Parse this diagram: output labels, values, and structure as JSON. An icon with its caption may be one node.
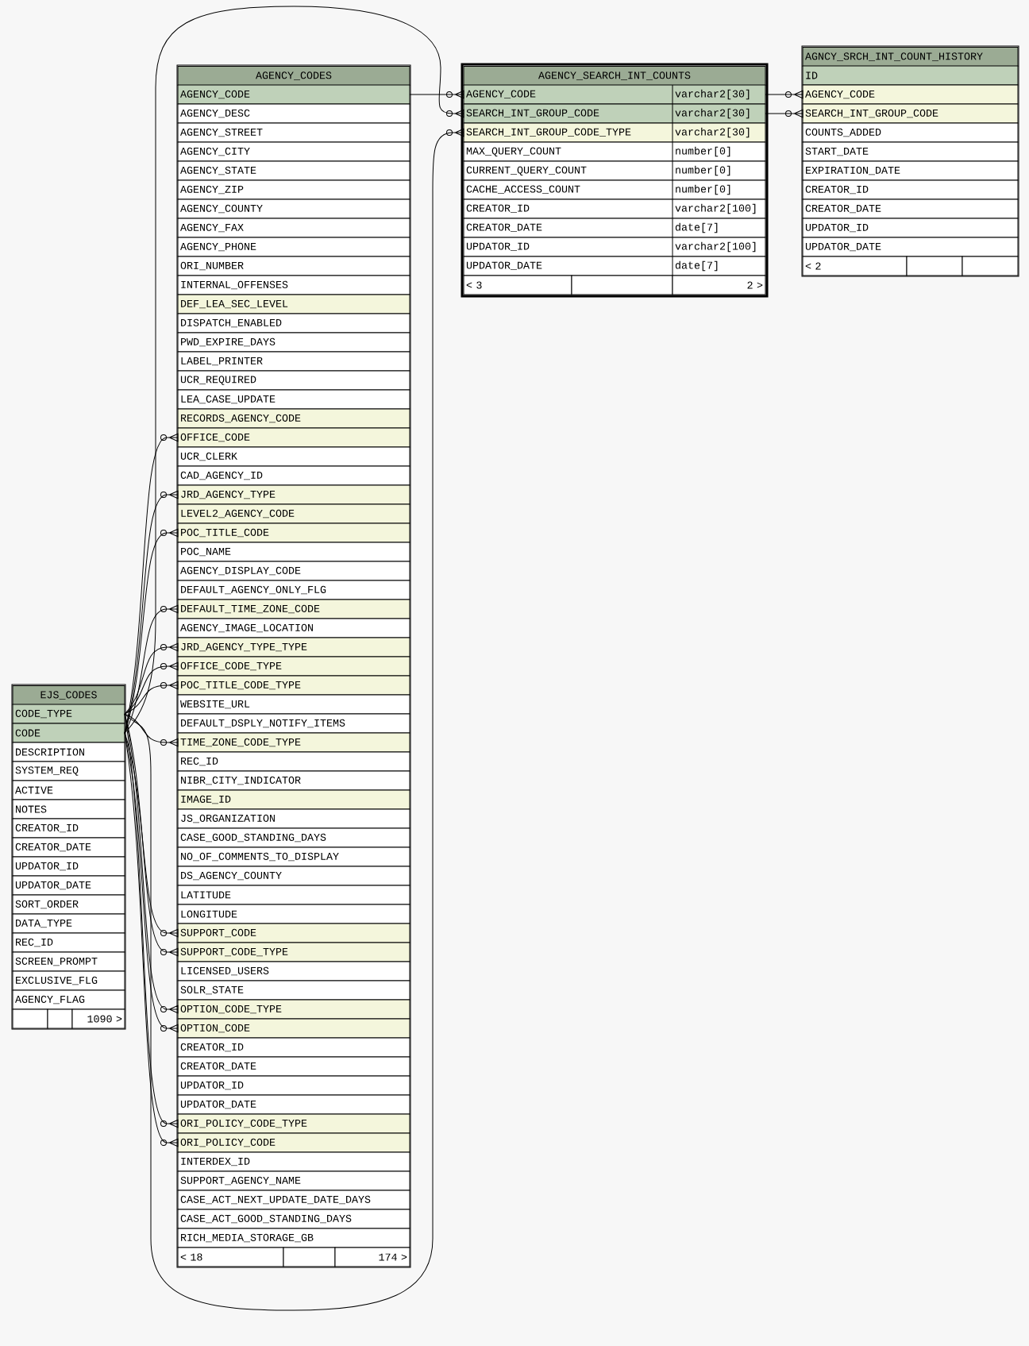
{
  "diagram": {
    "nodes": [
      {
        "text": [
          "AGENCY_CODES"
        ]
      },
      {
        "text": [
          "AGENCY_CODE"
        ],
        "in": 0
      },
      {
        "text": [
          "AGENCY_DESC"
        ],
        "in": 0
      },
      {
        "text": [
          "AGENCY_STREET"
        ],
        "in": 0
      },
      {
        "text": [
          "AGENCY_CITY"
        ],
        "in": 0
      },
      {
        "text": [
          "AGENCY_STATE"
        ],
        "in": 0
      },
      {
        "text": [
          "AGENCY_ZIP"
        ],
        "in": 0
      },
      {
        "text": [
          "AGENCY_COUNTY"
        ],
        "in": 0
      },
      {
        "text": [
          "AGENCY_FAX"
        ],
        "in": 0
      },
      {
        "text": [
          "AGENCY_PHONE"
        ],
        "in": 0
      },
      {
        "text": [
          "ORI_NUMBER"
        ],
        "in": 0
      },
      {
        "text": [
          "INTERNAL_OFFENSES"
        ],
        "in": 0
      },
      {
        "text": [
          "DEF_LEA_SEC_LEVEL"
        ],
        "in": 0
      },
      {
        "text": [
          "DISPATCH_ENABLED"
        ],
        "in": 0
      },
      {
        "text": [
          "PWD_EXPIRE_DAYS"
        ],
        "in": 0
      },
      {
        "text": [
          "LABEL_PRINTER"
        ],
        "in": 0
      },
      {
        "text": [
          "UCR_REQUIRED"
        ],
        "in": 0
      },
      {
        "text": [
          "LEA_CASE_UPDATE"
        ],
        "in": 0
      },
      {
        "text": [
          "RECORDS_AGENCY_CODE"
        ],
        "in": 0
      },
      {
        "text": [
          "OFFICE_CODE"
        ],
        "in": 0
      },
      {
        "text": [
          "UCR_CLERK"
        ],
        "in": 0
      },
      {
        "text": [
          "CAD_AGENCY_ID"
        ],
        "in": 0
      },
      {
        "text": [
          "JRD_AGENCY_TYPE"
        ],
        "in": 0
      },
      {
        "text": [
          "LEVEL2_AGENCY_CODE"
        ],
        "in": 0
      },
      {
        "text": [
          "POC_TITLE_CODE"
        ],
        "in": 0
      },
      {
        "text": [
          "POC_NAME"
        ],
        "in": 0
      },
      {
        "text": [
          "AGENCY_DISPLAY_CODE"
        ],
        "in": 0
      },
      {
        "text": [
          "DEFAULT_AGENCY_ONLY_FLG"
        ],
        "in": 0
      },
      {
        "text": [
          "DEFAULT_TIME_ZONE_CODE"
        ],
        "in": 0
      },
      {
        "text": [
          "AGENCY_IMAGE_LOCATION"
        ],
        "in": 0
      },
      {
        "text": [
          "JRD_AGENCY_TYPE_TYPE"
        ],
        "in": 0
      },
      {
        "text": [
          "OFFICE_CODE_TYPE"
        ],
        "in": 0
      },
      {
        "text": [
          "POC_TITLE_CODE_TYPE"
        ],
        "in": 0
      },
      {
        "text": [
          "WEBSITE_URL"
        ],
        "in": 0
      },
      {
        "text": [
          "DEFAULT_DSPLY_NOTIFY_ITEMS"
        ],
        "in": 0
      },
      {
        "text": [
          "TIME_ZONE_CODE_TYPE"
        ],
        "in": 0
      },
      {
        "text": [
          "REC_ID"
        ],
        "in": 0
      },
      {
        "text": [
          "NIBR_CITY_INDICATOR"
        ],
        "in": 0
      },
      {
        "text": [
          "IMAGE_ID"
        ],
        "in": 0
      },
      {
        "text": [
          "JS_ORGANIZATION"
        ],
        "in": 0
      },
      {
        "text": [
          "CASE_GOOD_STANDING_DAYS"
        ],
        "in": 0
      },
      {
        "text": [
          "NO_OF_COMMENTS_TO_DISPLAY"
        ],
        "in": 0
      },
      {
        "text": [
          "DS_AGENCY_COUNTY"
        ],
        "in": 0
      },
      {
        "text": [
          "LATITUDE"
        ],
        "in": 0
      },
      {
        "text": [
          "LONGITUDE"
        ],
        "in": 0
      },
      {
        "text": [
          "SUPPORT_CODE"
        ],
        "in": 0
      },
      {
        "text": [
          "SUPPORT_CODE_TYPE"
        ],
        "in": 0
      },
      {
        "text": [
          "LICENSED_USERS"
        ],
        "in": 0
      },
      {
        "text": [
          "SOLR_STATE"
        ],
        "in": 0
      },
      {
        "text": [
          "OPTION_CODE_TYPE"
        ],
        "in": 0
      },
      {
        "text": [
          "OPTION_CODE"
        ],
        "in": 0
      },
      {
        "text": [
          "CREATOR_ID"
        ],
        "in": 0
      },
      {
        "text": [
          "CREATOR_DATE"
        ],
        "in": 0
      },
      {
        "text": [
          "UPDATOR_ID"
        ],
        "in": 0
      },
      {
        "text": [
          "UPDATOR_DATE"
        ],
        "in": 0
      },
      {
        "text": [
          "ORI_POLICY_CODE_TYPE"
        ],
        "in": 0
      },
      {
        "text": [
          "ORI_POLICY_CODE"
        ],
        "in": 0
      },
      {
        "text": [
          "INTERDEX_ID"
        ],
        "in": 0
      },
      {
        "text": [
          "SUPPORT_AGENCY_NAME"
        ],
        "in": 0
      },
      {
        "text": [
          "CASE_ACT_NEXT_UPDATE_DATE_DAYS"
        ],
        "in": 0
      },
      {
        "text": [
          "CASE_ACT_GOOD_STANDING_DAYS"
        ],
        "in": 0
      },
      {
        "text": [
          "RICH_MEDIA_STORAGE_GB"
        ],
        "in": 0
      },
      {
        "text": [
          "< 18"
        ],
        "in": 0
      },
      {
        "text": [],
        "shape": "box",
        "in": 0
      },
      {
        "text": [
          "174 >"
        ],
        "in": 0
      },
      {
        "text": [
          "AGENCY_SEARCH_INT_COUNTS"
        ]
      },
      {
        "text": [
          "AGENCY_CODE",
          "varchar2[30]"
        ],
        "in": 65
      },
      {
        "text": [
          "SEARCH_INT_GROUP_CODE",
          "varchar2[30]"
        ],
        "in": 65
      },
      {
        "text": [
          "SEARCH_INT_GROUP_CODE_TYPE",
          "varchar2[30]"
        ],
        "in": 65
      },
      {
        "text": [
          "MAX_QUERY_COUNT",
          "number[0]"
        ],
        "in": 65
      },
      {
        "text": [
          "CURRENT_QUERY_COUNT",
          "number[0]"
        ],
        "in": 65
      },
      {
        "text": [
          "CACHE_ACCESS_COUNT",
          "number[0]"
        ],
        "in": 65
      },
      {
        "text": [
          "CREATOR_ID",
          "varchar2[100]"
        ],
        "in": 65
      },
      {
        "text": [
          "CREATOR_DATE",
          "date[7]"
        ],
        "in": 65
      },
      {
        "text": [
          "UPDATOR_ID",
          "varchar2[100]"
        ],
        "in": 65
      },
      {
        "text": [
          "UPDATOR_DATE",
          "date[7]"
        ],
        "in": 65
      },
      {
        "text": [
          "< 3"
        ],
        "in": 65
      },
      {
        "text": [],
        "shape": "box",
        "in": 65
      },
      {
        "text": [
          "2 >"
        ],
        "in": 65
      },
      {
        "text": [
          "AGNCY_SRCH_INT_COUNT_HISTORY"
        ]
      },
      {
        "text": [
          "ID"
        ],
        "in": 79
      },
      {
        "text": [
          "AGENCY_CODE"
        ],
        "in": 79
      },
      {
        "text": [
          "SEARCH_INT_GROUP_CODE"
        ],
        "in": 79
      },
      {
        "text": [
          "COUNTS_ADDED"
        ],
        "in": 79
      },
      {
        "text": [
          "START_DATE"
        ],
        "in": 79
      },
      {
        "text": [
          "EXPIRATION_DATE"
        ],
        "in": 79
      },
      {
        "text": [
          "CREATOR_ID"
        ],
        "in": 79
      },
      {
        "text": [
          "CREATOR_DATE"
        ],
        "in": 79
      },
      {
        "text": [
          "UPDATOR_ID"
        ],
        "in": 79
      },
      {
        "text": [
          "UPDATOR_DATE"
        ],
        "in": 79
      },
      {
        "text": [
          "< 2"
        ],
        "in": 79
      },
      {
        "text": [],
        "shape": "box",
        "in": 79
      },
      {
        "text": [],
        "shape": "box",
        "in": 79
      },
      {
        "text": [
          "EJS_CODES"
        ]
      },
      {
        "text": [
          "CODE_TYPE"
        ],
        "in": 93
      },
      {
        "text": [
          "CODE"
        ],
        "in": 93
      },
      {
        "text": [
          "DESCRIPTION"
        ],
        "in": 93
      },
      {
        "text": [
          "SYSTEM_REQ"
        ],
        "in": 93
      },
      {
        "text": [
          "ACTIVE"
        ],
        "in": 93
      },
      {
        "text": [
          "NOTES"
        ],
        "in": 93
      },
      {
        "text": [
          "CREATOR_ID"
        ],
        "in": 93
      },
      {
        "text": [
          "CREATOR_DATE"
        ],
        "in": 93
      },
      {
        "text": [
          "UPDATOR_ID"
        ],
        "in": 93
      },
      {
        "text": [
          "UPDATOR_DATE"
        ],
        "in": 93
      },
      {
        "text": [
          "SORT_ORDER"
        ],
        "in": 93
      },
      {
        "text": [
          "DATA_TYPE"
        ],
        "in": 93
      },
      {
        "text": [
          "REC_ID"
        ],
        "in": 93
      },
      {
        "text": [
          "SCREEN_PROMPT"
        ],
        "in": 93
      },
      {
        "text": [
          "EXCLUSIVE_FLG"
        ],
        "in": 93
      },
      {
        "text": [
          "AGENCY_FLAG"
        ],
        "in": 93
      },
      {
        "text": [],
        "shape": "box",
        "in": 93
      },
      {
        "text": [],
        "shape": "box",
        "in": 93
      },
      {
        "text": [
          "1090 >"
        ],
        "in": 93
      }
    ],
    "edges": [
      {
        "from": 1,
        "to": 66,
        "arrow": "other"
      },
      {
        "from": 66,
        "to": 81,
        "arrow": "other"
      },
      {
        "from": 67,
        "to": 82,
        "arrow": "other"
      },
      {
        "from": 95,
        "to": 67,
        "arrow": "other"
      },
      {
        "from": 94,
        "to": 68,
        "arrow": "other"
      },
      {
        "from": 95,
        "to": 19,
        "arrow": "other"
      },
      {
        "from": 95,
        "to": 22,
        "arrow": "other"
      },
      {
        "from": 95,
        "to": 24,
        "arrow": "other"
      },
      {
        "from": 95,
        "to": 28,
        "arrow": "other"
      },
      {
        "from": 94,
        "to": 30,
        "arrow": "other"
      },
      {
        "from": 94,
        "to": 31,
        "arrow": "other"
      },
      {
        "from": 94,
        "to": 32,
        "arrow": "other"
      },
      {
        "from": 94,
        "to": 35,
        "arrow": "other"
      },
      {
        "from": 95,
        "to": 45,
        "arrow": "other"
      },
      {
        "from": 94,
        "to": 46,
        "arrow": "other"
      },
      {
        "from": 94,
        "to": 49,
        "arrow": "other"
      },
      {
        "from": 95,
        "to": 50,
        "arrow": "other"
      },
      {
        "from": 94,
        "to": 55,
        "arrow": "other"
      },
      {
        "from": 95,
        "to": 56,
        "arrow": "other"
      }
    ]
  }
}
